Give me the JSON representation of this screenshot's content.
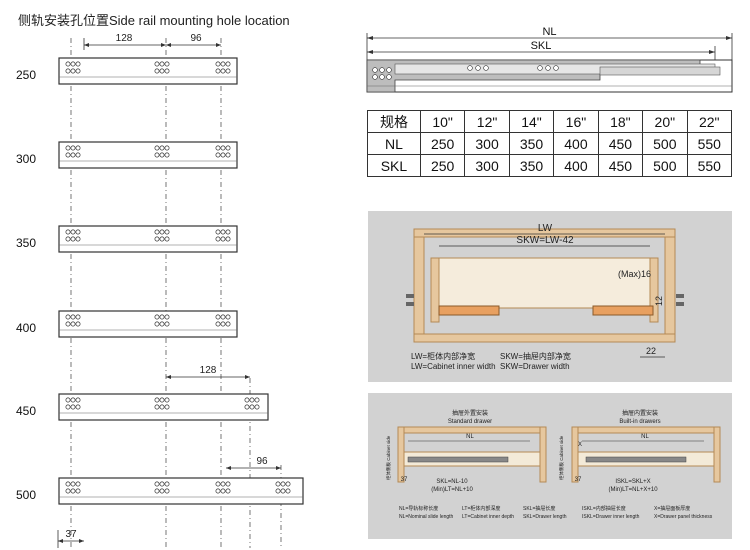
{
  "title": "侧轨安装孔位置Side rail mounting hole location",
  "left_diagram": {
    "sizes": [
      "250",
      "300",
      "350",
      "400",
      "450",
      "500"
    ],
    "dim_128": "128",
    "dim_96": "96",
    "dim_37": "37"
  },
  "slide_diagram": {
    "nl_label": "NL",
    "skl_label": "SKL"
  },
  "spec_table": {
    "header": [
      "规格",
      "10\"",
      "12\"",
      "14\"",
      "16\"",
      "18\"",
      "20\"",
      "22\""
    ],
    "rows": [
      [
        "NL",
        "250",
        "300",
        "350",
        "400",
        "450",
        "500",
        "550"
      ],
      [
        "SKL",
        "250",
        "300",
        "350",
        "400",
        "450",
        "500",
        "550"
      ]
    ]
  },
  "cabinet_diagram": {
    "lw": "LW",
    "skw": "SKW=LW-42",
    "max16": "(Max)16",
    "dim_12": "12",
    "dim_22": "22",
    "legend": [
      "LW=柜体内部净宽",
      "LW=Cabinet inner width",
      "SKW=抽屉内部净宽",
      "SKW=Drawer width"
    ]
  },
  "drawer_diagram": {
    "left_title_cn": "抽屉外置安装",
    "left_title_en": "Standard drawer",
    "right_title_cn": "抽屉内置安装",
    "right_title_en": "Built-in drawers",
    "nl": "NL",
    "x": "X",
    "left_eq1": "SKL=NL-10",
    "left_eq2": "(Min)LT=NL+10",
    "right_eq1": "ISKL=SKL+X",
    "right_eq2": "(Min)LT=NL+X+10",
    "side_label": "柜体侧板 Cabinet side",
    "dim_37": "37",
    "legend": [
      "NL=导轨标称长度",
      "NL=Nominal slide length",
      "LT=柜体内部深度",
      "LT=Cabinet inner depth",
      "SKL=抽屉长度",
      "SKL=Drawer length",
      "ISKL=内部抽屉长度",
      "ISKL=Drawer inner length",
      "X=抽屉面板厚度",
      "X=Drawer panel thickness"
    ]
  }
}
